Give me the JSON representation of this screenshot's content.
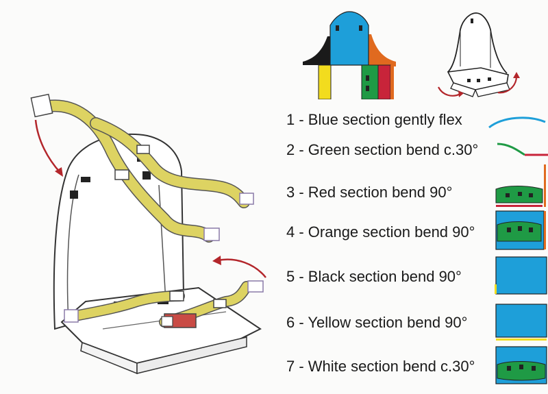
{
  "steps": [
    {
      "label": "1 - Blue section gently flex"
    },
    {
      "label": "2 - Green section bend c.30°"
    },
    {
      "label": "3 - Red section bend 90°"
    },
    {
      "label": "4 - Orange section bend 90°"
    },
    {
      "label": "5 - Black section bend 90°"
    },
    {
      "label": "6 - Yellow section bend 90°"
    },
    {
      "label": "7 - White section bend c.30°"
    }
  ],
  "colors": {
    "blue": "#1e9fd9",
    "green": "#1f9a45",
    "red": "#c8243a",
    "orange": "#e06a1f",
    "black": "#1a1a1a",
    "yellow": "#f2dc1e",
    "strap": "#ddd362",
    "arrow": "#b3262b"
  }
}
